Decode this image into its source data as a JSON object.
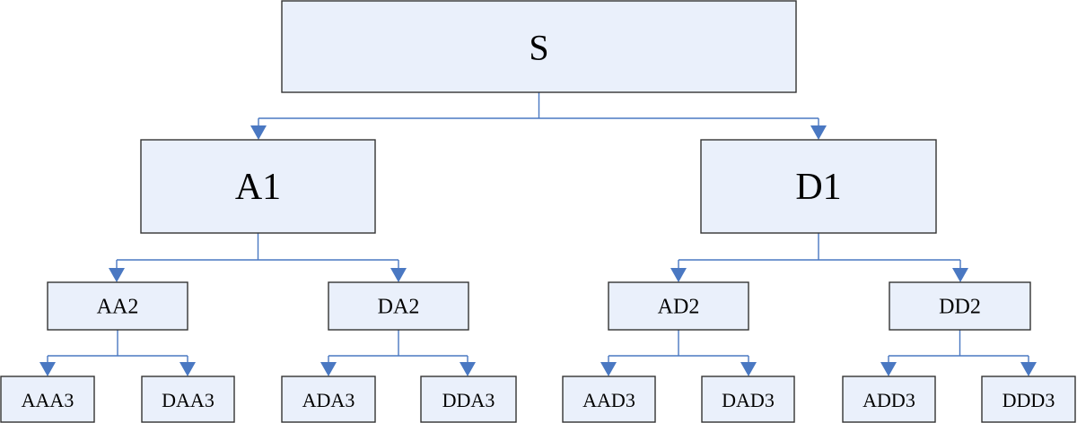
{
  "diagram": {
    "type": "tree",
    "colors": {
      "node_fill": "#eaf0fb",
      "node_border": "#333333",
      "connector": "#4a78c2"
    },
    "nodes": [
      {
        "id": "S",
        "label": "S"
      },
      {
        "id": "A1",
        "label": "A1"
      },
      {
        "id": "D1",
        "label": "D1"
      },
      {
        "id": "AA2",
        "label": "AA2"
      },
      {
        "id": "DA2",
        "label": "DA2"
      },
      {
        "id": "AD2",
        "label": "AD2"
      },
      {
        "id": "DD2",
        "label": "DD2"
      },
      {
        "id": "AAA3",
        "label": "AAA3"
      },
      {
        "id": "DAA3",
        "label": "DAA3"
      },
      {
        "id": "ADA3",
        "label": "ADA3"
      },
      {
        "id": "DDA3",
        "label": "DDA3"
      },
      {
        "id": "AAD3",
        "label": "AAD3"
      },
      {
        "id": "DAD3",
        "label": "DAD3"
      },
      {
        "id": "ADD3",
        "label": "ADD3"
      },
      {
        "id": "DDD3",
        "label": "DDD3"
      }
    ],
    "edges": [
      {
        "from": "S",
        "to": "A1"
      },
      {
        "from": "S",
        "to": "D1"
      },
      {
        "from": "A1",
        "to": "AA2"
      },
      {
        "from": "A1",
        "to": "DA2"
      },
      {
        "from": "D1",
        "to": "AD2"
      },
      {
        "from": "D1",
        "to": "DD2"
      },
      {
        "from": "AA2",
        "to": "AAA3"
      },
      {
        "from": "AA2",
        "to": "DAA3"
      },
      {
        "from": "DA2",
        "to": "ADA3"
      },
      {
        "from": "DA2",
        "to": "DDA3"
      },
      {
        "from": "AD2",
        "to": "AAD3"
      },
      {
        "from": "AD2",
        "to": "DAD3"
      },
      {
        "from": "DD2",
        "to": "ADD3"
      },
      {
        "from": "DD2",
        "to": "DDD3"
      }
    ]
  }
}
